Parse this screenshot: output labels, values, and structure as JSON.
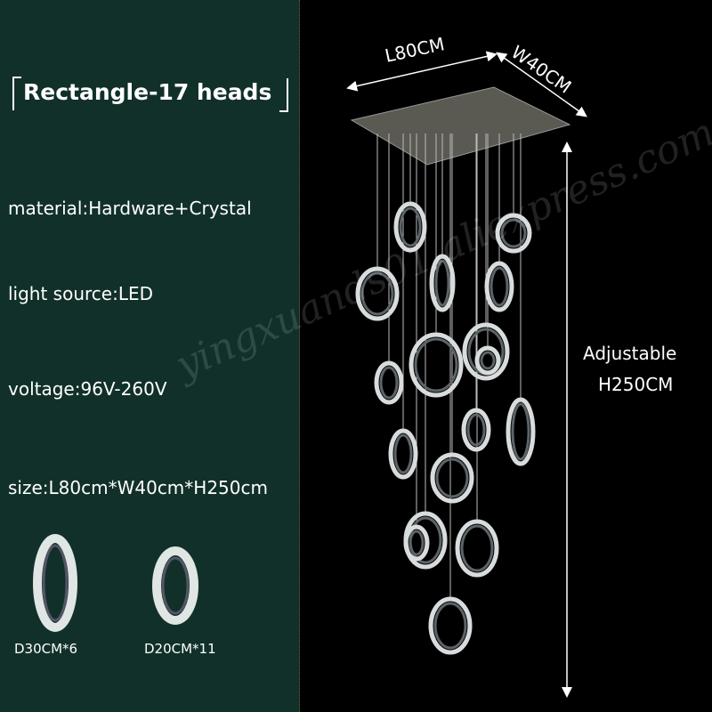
{
  "title": "Rectangle-17 heads",
  "specs": {
    "material": "material:Hardware+Crystal",
    "light_source": "light source:LED",
    "voltage": "voltage:96V-260V",
    "size": "size:L80cm*W40cm*H250cm"
  },
  "rings": {
    "large": "D30CM*6",
    "small": "D20CM*11"
  },
  "dimensions": {
    "length": "L80CM",
    "width": "W40CM",
    "height_line1": "Adjustable",
    "height_line2": "H250CM"
  },
  "watermark": "yingxuands01.aliexpress.com",
  "colors": {
    "panel": "#11302a",
    "background": "#000000"
  }
}
